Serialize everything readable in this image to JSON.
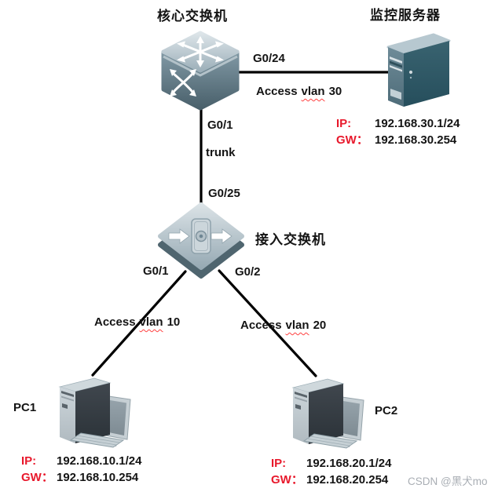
{
  "nodes": {
    "core_switch": {
      "label": "核心交换机"
    },
    "server": {
      "label": "监控服务器",
      "ip_label": "IP:",
      "ip": "192.168.30.1/24",
      "gw_label": "GW：",
      "gw": "192.168.30.254"
    },
    "access_switch": {
      "label": "接入交换机"
    },
    "pc1": {
      "label": "PC1",
      "ip_label": "IP:",
      "ip": "192.168.10.1/24",
      "gw_label": "GW：",
      "gw": "192.168.10.254"
    },
    "pc2": {
      "label": "PC2",
      "ip_label": "IP:",
      "ip": "192.168.20.1/24",
      "gw_label": "GW：",
      "gw": "192.168.20.254"
    }
  },
  "links": {
    "core_to_server": {
      "port": "G0/24",
      "vlan_prefix": "Access",
      "vlan_word": "vlan",
      "vlan_num": "30"
    },
    "core_to_access": {
      "port_core": "G0/1",
      "mode": "trunk",
      "port_access": "G0/25"
    },
    "access_to_pc1": {
      "port": "G0/1",
      "vlan_prefix": "Access",
      "vlan_word": "vlan",
      "vlan_num": "10"
    },
    "access_to_pc2": {
      "port": "G0/2",
      "vlan_prefix": "Access",
      "vlan_word": "vlan",
      "vlan_num": "20"
    }
  },
  "watermark": "CSDN @黑犬mo",
  "colors": {
    "address_label_red": "#e8192c",
    "text_black": "#141414",
    "link_line_black": "#000000",
    "squiggle_red": "#ff4040",
    "watermark_gray": "#a9aeb4",
    "switch_top": "#9db0ba",
    "switch_body": "#4d646f",
    "server_side_teal": "#2d5765",
    "pc_tower_dark": "#343b41"
  }
}
